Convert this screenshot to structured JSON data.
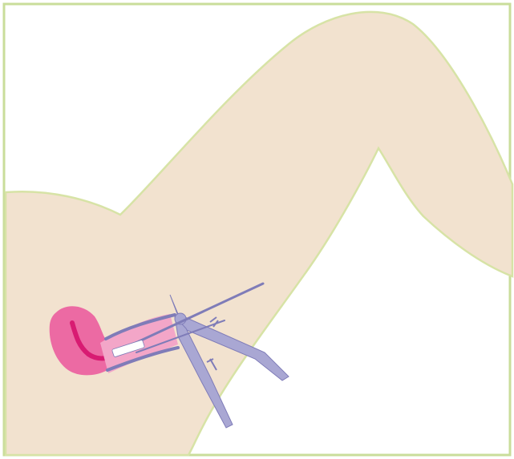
{
  "diagram": {
    "colors": {
      "background": "#ffffff",
      "frame": "#c9dd9a",
      "skin": "#f2e2cf",
      "skin_outline": "#d7e3a6",
      "uterus": "#ec6aa3",
      "uterus_inner": "#d81b72",
      "canal": "#f3a6c8",
      "instrument": "#a9a7d3",
      "instrument_dark": "#7f7cb8",
      "highlight": "#ffffff"
    },
    "elements": [
      "body-silhouette",
      "uterus",
      "vaginal-canal",
      "speculum",
      "instrument-rod",
      "catheter-tip"
    ]
  }
}
